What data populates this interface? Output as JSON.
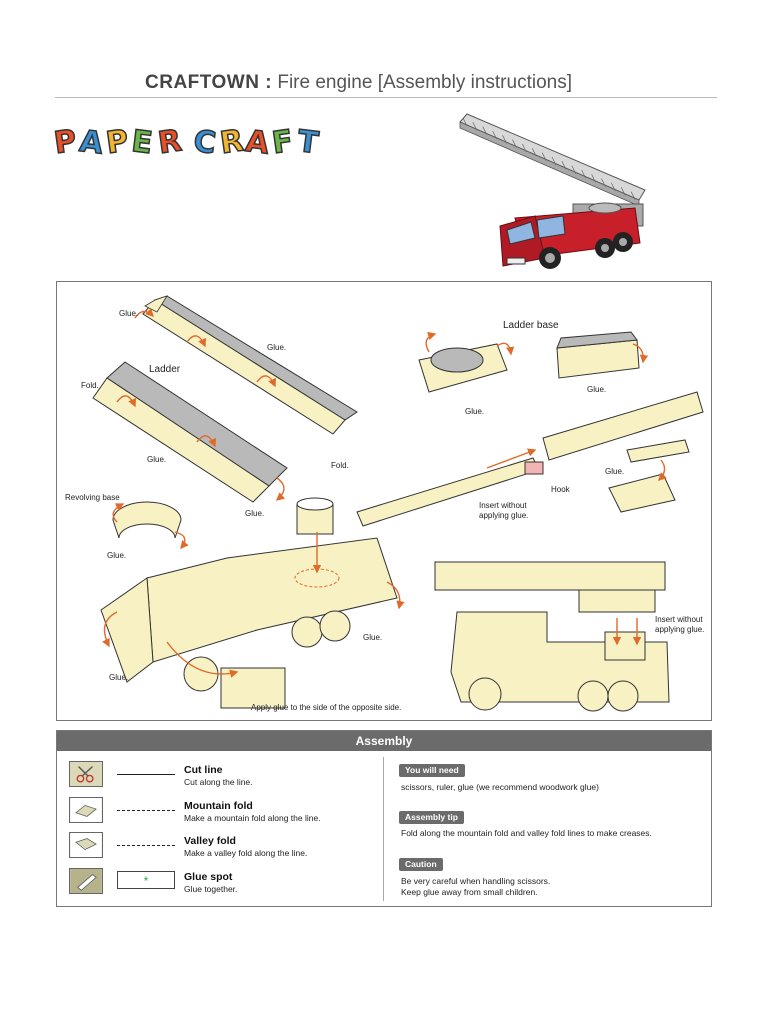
{
  "header": {
    "brand": "CRAFTOWN :",
    "title": "Fire engine [Assembly instructions]"
  },
  "logo": {
    "text": "PAPER CRAFT",
    "colors": [
      "#e8502a",
      "#3a8fd0",
      "#f2b533",
      "#6bb64a",
      "#e8502a",
      "#3a8fd0",
      "#f2b533",
      "#e8502a",
      "#6bb64a",
      "#3a8fd0"
    ]
  },
  "colors": {
    "paper": "#f7f1c4",
    "ladder_grey": "#b9b9b9",
    "arrow": "#e06a2a",
    "truck_red": "#c8202a",
    "header_grey": "#6b6b6b"
  },
  "diagram_labels": {
    "glue_1": "Glue.",
    "glue_2": "Glue.",
    "ladder": "Ladder",
    "fold_1": "Fold.",
    "glue_3": "Glue.",
    "fold_2": "Fold.",
    "glue_4": "Glue.",
    "ladder_base": "Ladder base",
    "glue_5": "Glue.",
    "glue_6": "Glue.",
    "glue_7": "Glue.",
    "hook": "Hook",
    "insert_1": "Insert without",
    "insert_1b": "applying glue.",
    "revolving_base": "Revolving base",
    "glue_8": "Glue.",
    "glue_9": "Glue.",
    "glue_10": "Glue.",
    "insert_2": "Insert without",
    "insert_2b": "applying glue.",
    "apply_glue": "Apply glue to the side of the opposite side."
  },
  "assembly": {
    "heading": "Assembly",
    "legend": [
      {
        "icon": "scissors-icon",
        "title": "Cut line",
        "desc": "Cut along the line."
      },
      {
        "icon": "mountain-fold-icon",
        "title": "Mountain fold",
        "desc": "Make a mountain fold along the line."
      },
      {
        "icon": "valley-fold-icon",
        "title": "Valley fold",
        "desc": "Make a valley fold along the line."
      },
      {
        "icon": "glue-icon",
        "title": "Glue spot",
        "desc": "Glue together."
      }
    ],
    "glue_mark": "*",
    "tips": [
      {
        "badge": "You will need",
        "lines": [
          "scissors, ruler, glue (we recommend woodwork glue)"
        ]
      },
      {
        "badge": "Assembly tip",
        "lines": [
          "Fold along the mountain fold and valley fold lines to make creases."
        ]
      },
      {
        "badge": "Caution",
        "lines": [
          "Be very careful when handling scissors.",
          "Keep glue away from small children."
        ]
      }
    ]
  }
}
